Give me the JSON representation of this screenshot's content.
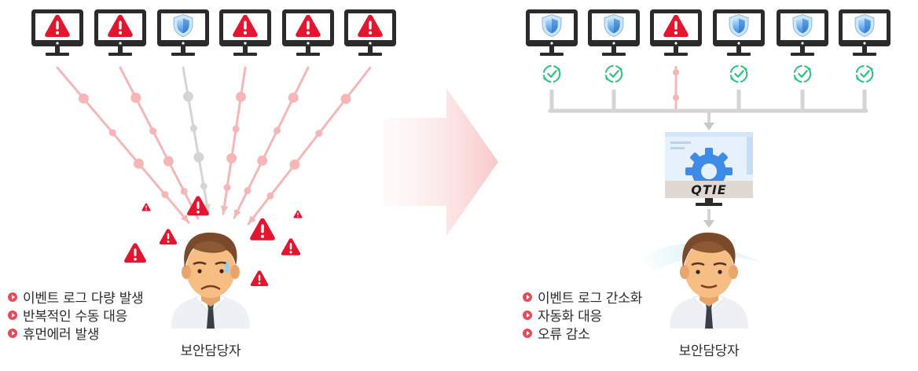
{
  "before": {
    "monitors": [
      "alert",
      "alert",
      "shield",
      "alert",
      "alert",
      "alert"
    ],
    "bullets": [
      "이벤트 로그 다량 발생",
      "반복적인 수동 대응",
      "휴먼에러 발생"
    ],
    "person_label": "보안담당자"
  },
  "after": {
    "monitors": [
      "shield",
      "shield",
      "alert",
      "shield",
      "shield",
      "shield"
    ],
    "bullets": [
      "이벤트 로그 간소화",
      "자동화 대응",
      "오류 감소"
    ],
    "person_label": "보안담당자",
    "server_logo": "QTIE"
  },
  "icons": {
    "alert": "warning-triangle-icon",
    "shield": "shield-icon",
    "check": "check-circle-icon",
    "gear": "gear-icon",
    "arrow": "right-arrow-icon"
  },
  "colors": {
    "alert_red": "#e4152e",
    "flow_pink": "#f6b6b8",
    "flow_gray": "#d4d4d4",
    "shield_blue": "#3b7fd9",
    "check_green": "#2ec27e",
    "bullet": "#e64b5a",
    "gear_blue": "#3d8be6"
  }
}
